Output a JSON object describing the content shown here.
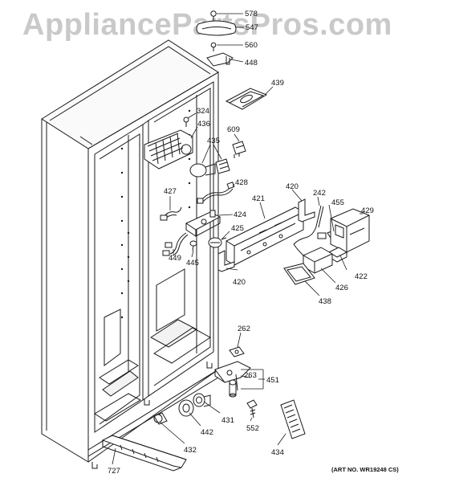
{
  "watermark": "AppliancePartsPros.com",
  "art_number": "(ART NO. WR19248 CS)",
  "callouts": {
    "c578": "578",
    "c547": "547",
    "c560": "560",
    "c448": "448",
    "c439": "439",
    "c324": "324",
    "c436": "436",
    "c609": "609",
    "c435": "435",
    "c428": "428",
    "c427": "427",
    "c424": "424",
    "c425": "425",
    "c449": "449",
    "c445": "445",
    "c420a": "420",
    "c421": "421",
    "c242": "242",
    "c455": "455",
    "c429": "429",
    "c420b": "420",
    "c422": "422",
    "c426": "426",
    "c438": "438",
    "c262": "262",
    "c263": "263",
    "c451": "451",
    "c431": "431",
    "c442": "442",
    "c552": "552",
    "c434": "434",
    "c432": "432",
    "c727": "727"
  }
}
